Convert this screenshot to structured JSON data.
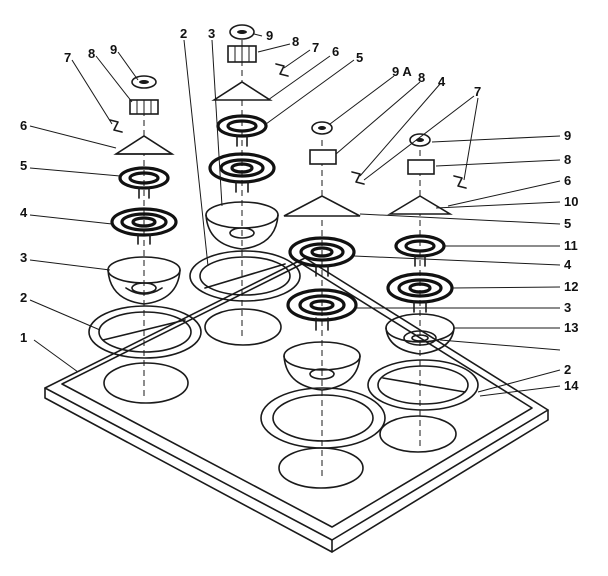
{
  "labels": {
    "l1": "1",
    "l2a": "2",
    "l2b": "2",
    "l2c": "2",
    "l3a": "3",
    "l3b": "3",
    "l3c": "3",
    "l4a": "4",
    "l4b": "4",
    "l4c": "4",
    "l5a": "5",
    "l5b": "5",
    "l5c": "5",
    "l6a": "6",
    "l6b": "6",
    "l6c": "6",
    "l7a": "7",
    "l7b": "7",
    "l7c": "7",
    "l8a": "8",
    "l8b": "8",
    "l8c": "8",
    "l8d": "8",
    "l9a": "9",
    "l9b": "9",
    "l9c": "9",
    "l9A": "9 A",
    "l10": "10",
    "l11": "11",
    "l12": "12",
    "l13": "13",
    "l14": "14"
  }
}
